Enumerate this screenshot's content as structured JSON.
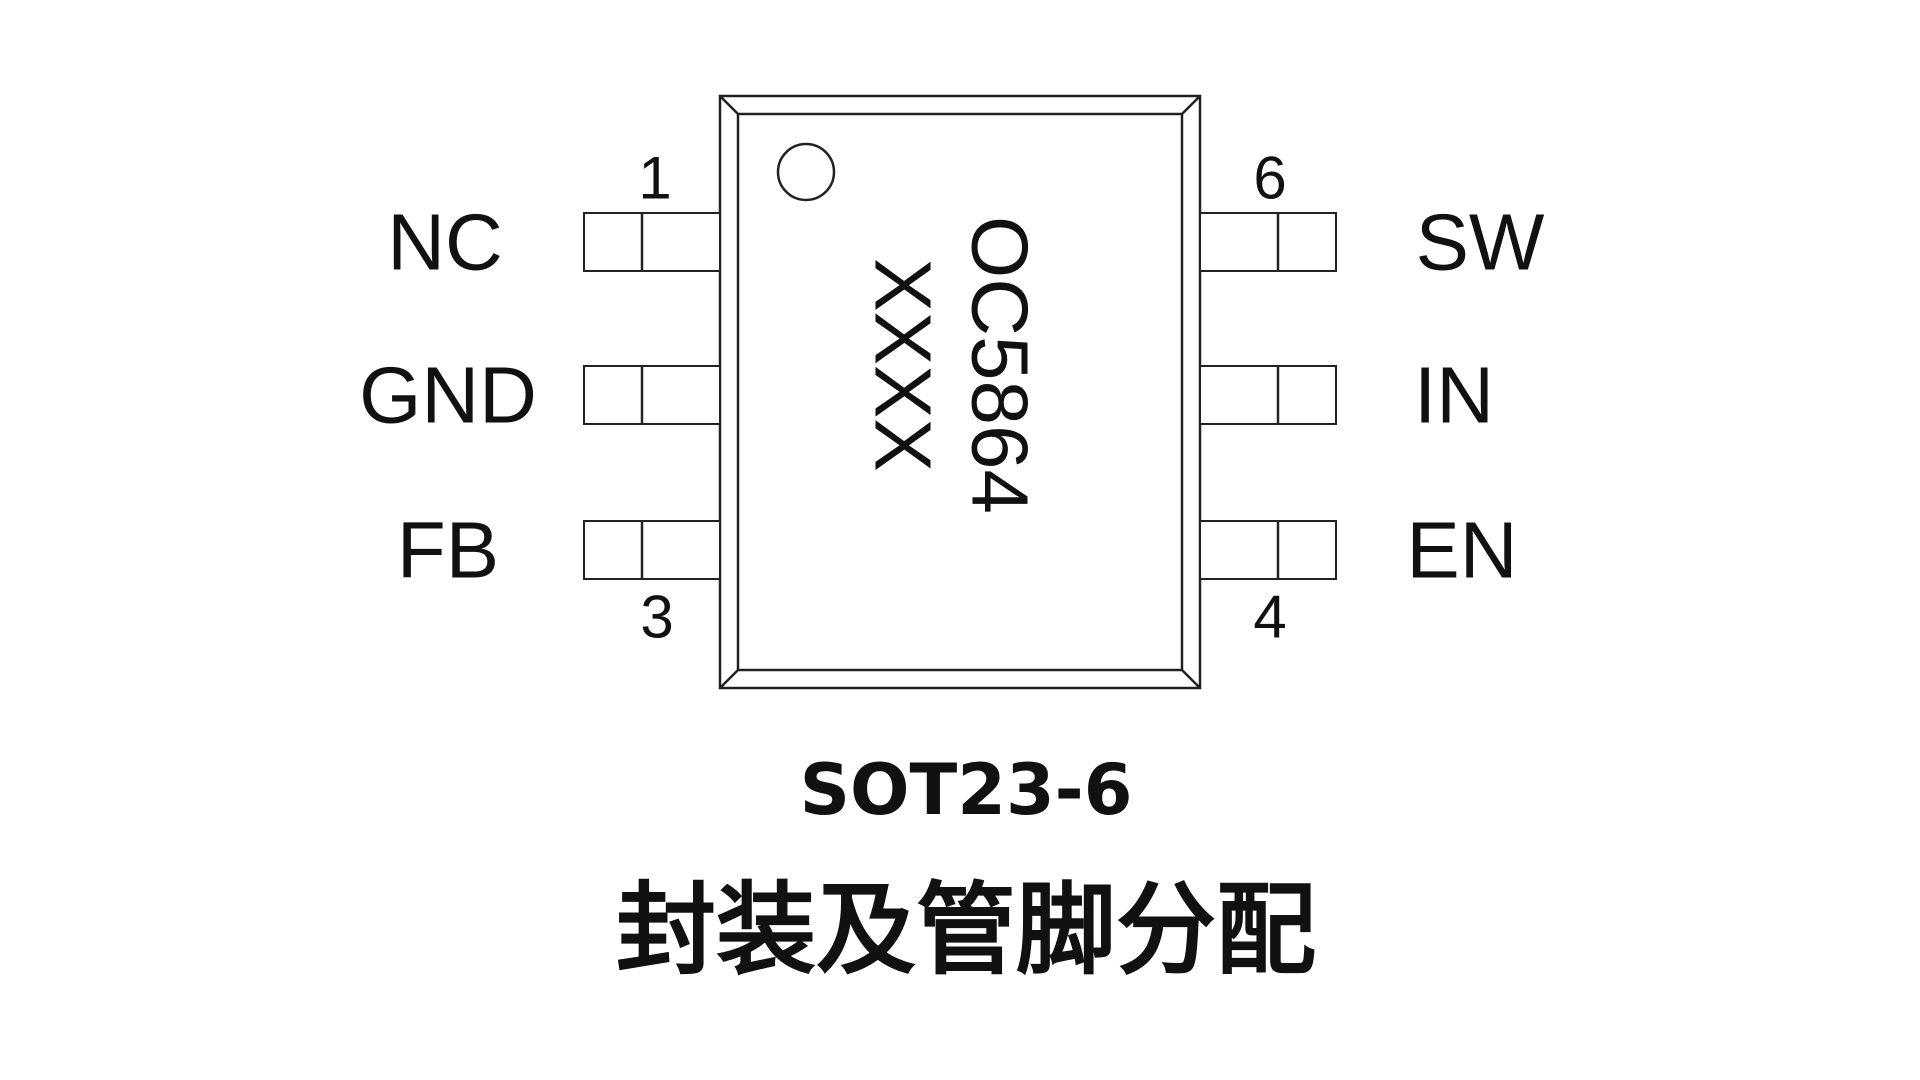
{
  "chip": {
    "marking_line1": "OC5864",
    "marking_line2": "XXXX"
  },
  "pins": {
    "left": [
      {
        "number": "1",
        "name": "NC"
      },
      {
        "number": "",
        "name": "GND"
      },
      {
        "number": "3",
        "name": "FB"
      }
    ],
    "right": [
      {
        "number": "6",
        "name": "SW"
      },
      {
        "number": "",
        "name": "IN"
      },
      {
        "number": "4",
        "name": "EN"
      }
    ]
  },
  "package_label": "SOT23-6",
  "title": "封装及管脚分配",
  "colors": {
    "line": "#222222",
    "text": "#111111",
    "background": "#ffffff"
  }
}
